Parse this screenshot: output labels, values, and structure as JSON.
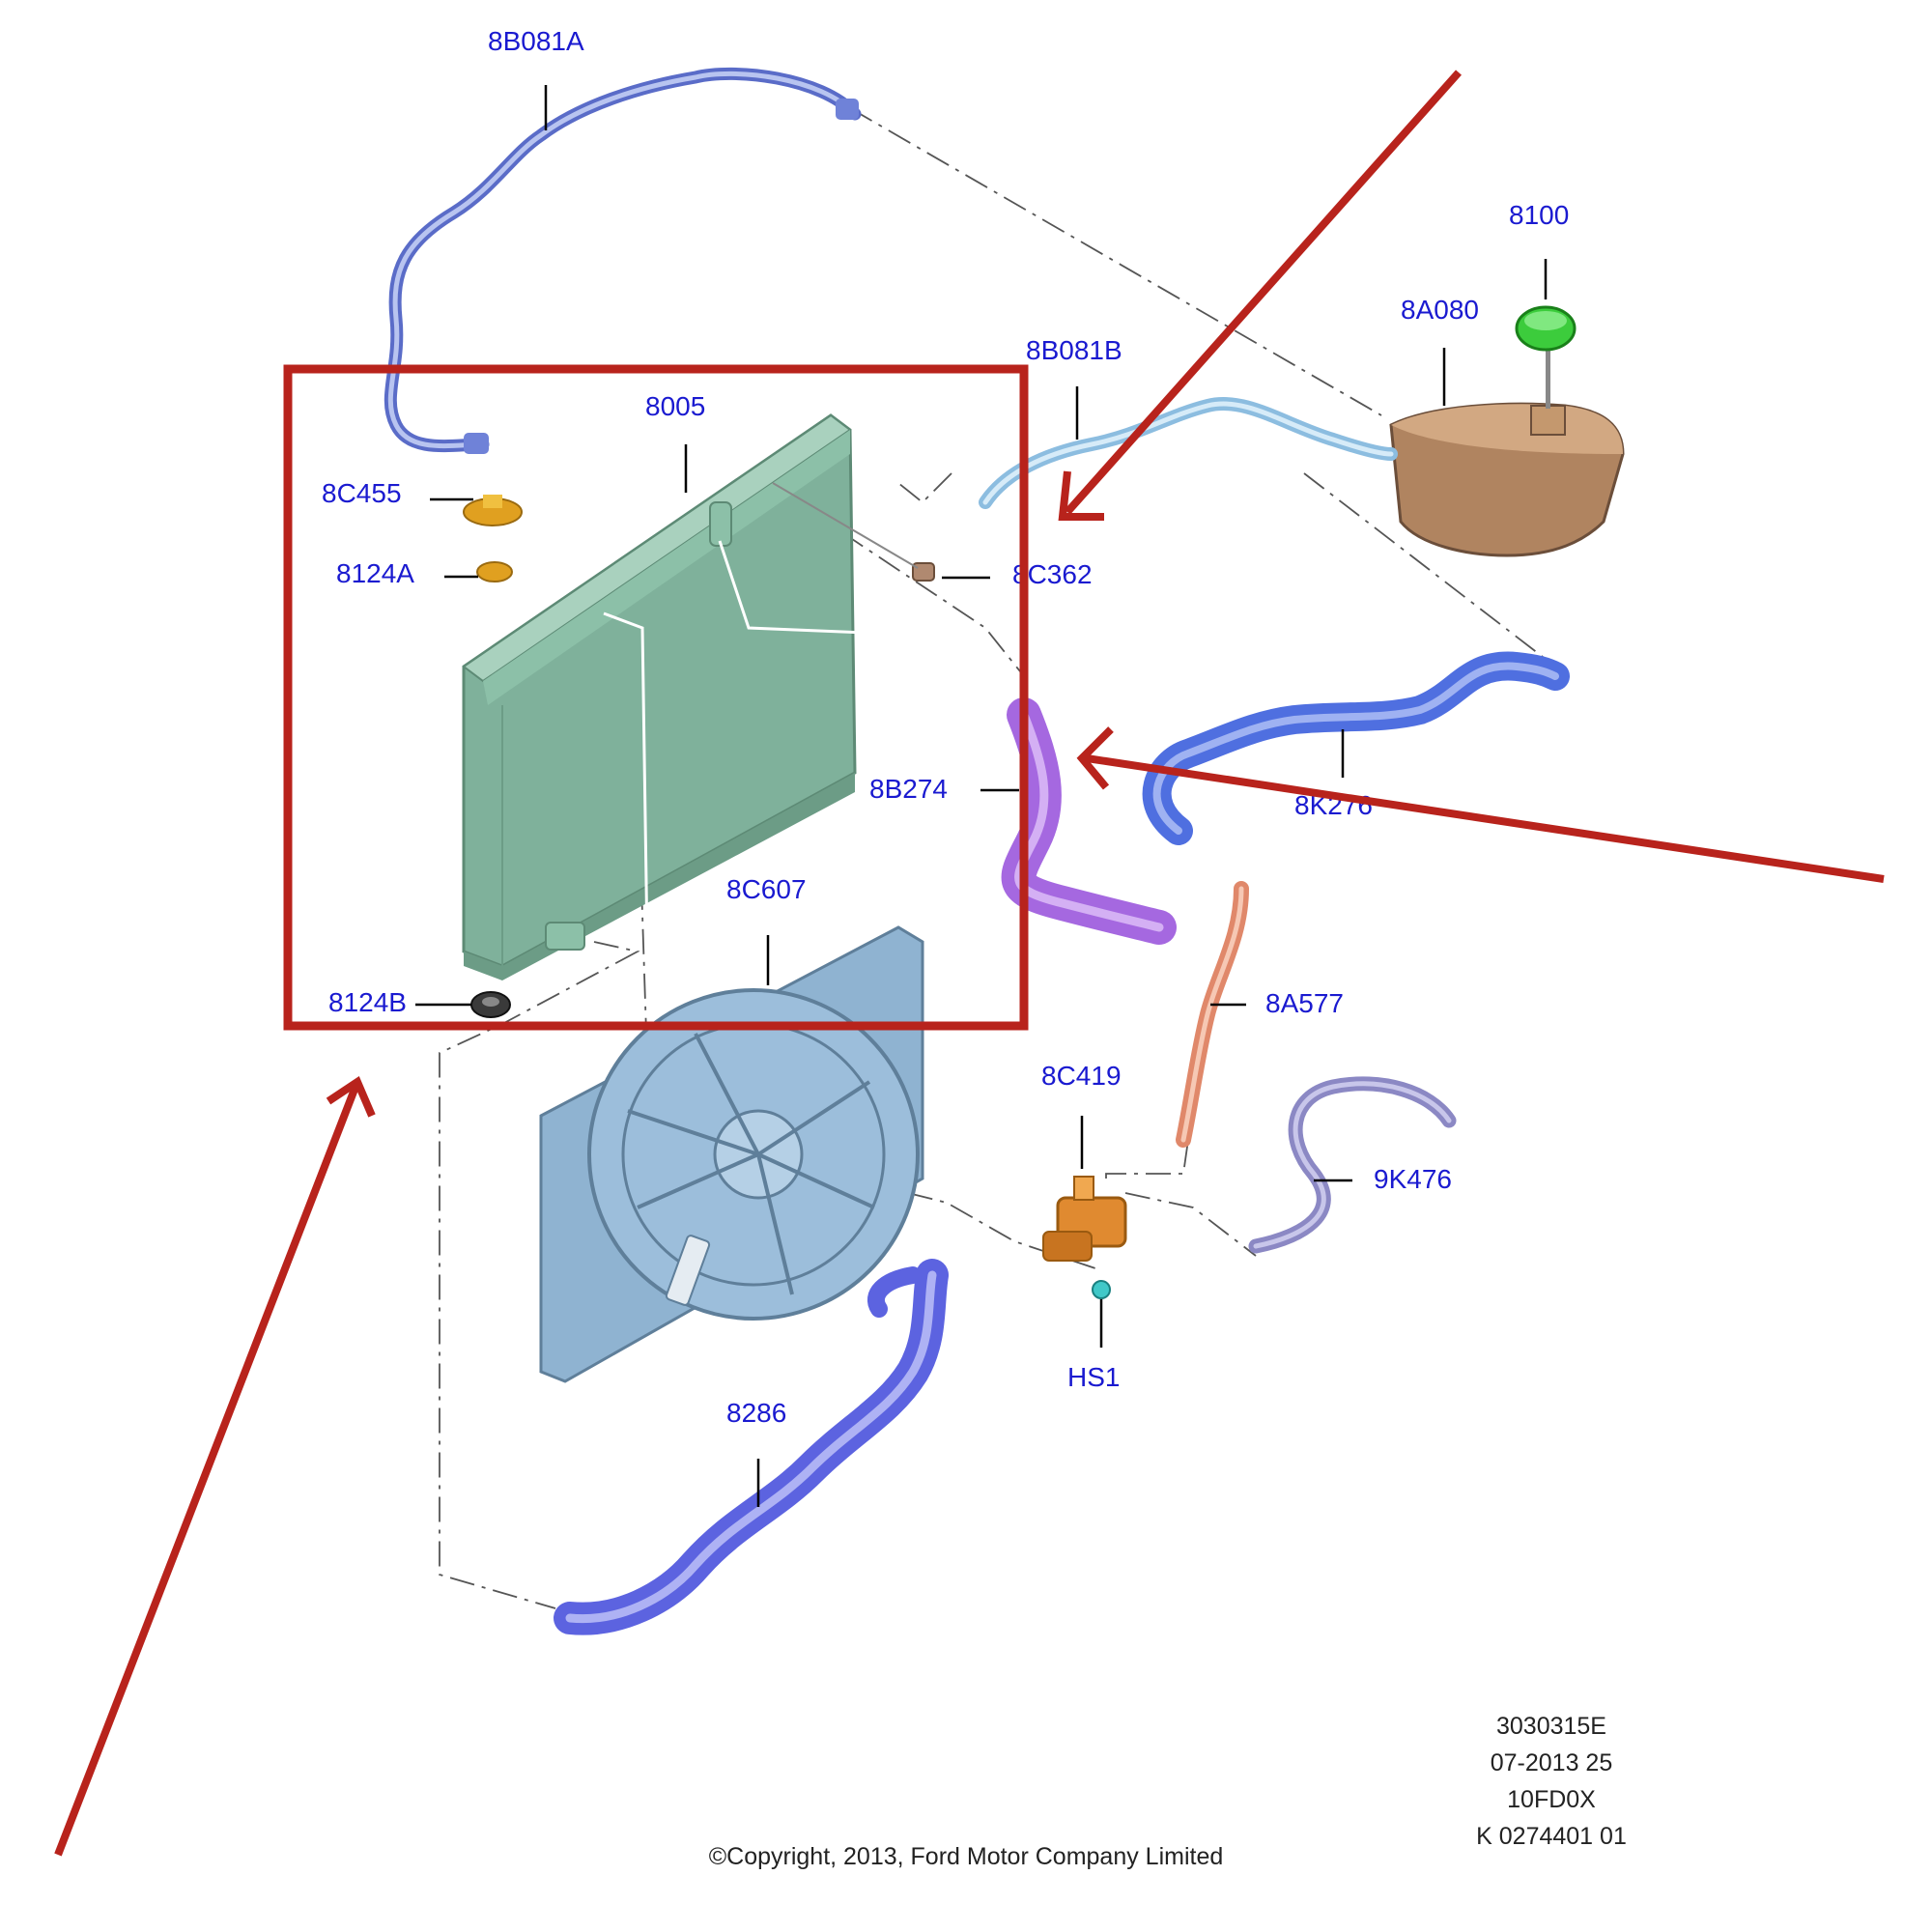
{
  "labels": {
    "p8B081A": "8B081A",
    "p8100": "8100",
    "p8A080": "8A080",
    "p8B081B": "8B081B",
    "p8005": "8005",
    "p8C455": "8C455",
    "p8124A": "8124A",
    "p8C362": "8C362",
    "p8B274": "8B274",
    "p8K276": "8K276",
    "p8C607": "8C607",
    "p8A577": "8A577",
    "p8124B": "8124B",
    "p8C419": "8C419",
    "p9K476": "9K476",
    "pHS1": "HS1",
    "p8286": "8286"
  },
  "footer": {
    "ref_code": "3030315E",
    "date_code": "07-2013 25",
    "model_code": "10FD0X",
    "catalog_code": "K 0274401 01",
    "copyright": "©Copyright, 2013, Ford Motor Company Limited"
  },
  "colors": {
    "label_blue": "#1a1ad0",
    "annotation_red": "#b8231c",
    "radiator_green": "#7fb19b",
    "fan_blue": "#8fb3d1",
    "hose_blue": "#4f6fe0",
    "hose_purple": "#a568e0",
    "tank_brown": "#b08460",
    "cap_green": "#3ccc3c",
    "pipe_orange": "#e0886a",
    "hose_lavender": "#8b88c4",
    "valve_orange": "#e08a30",
    "cap_gold": "#e0a020"
  }
}
